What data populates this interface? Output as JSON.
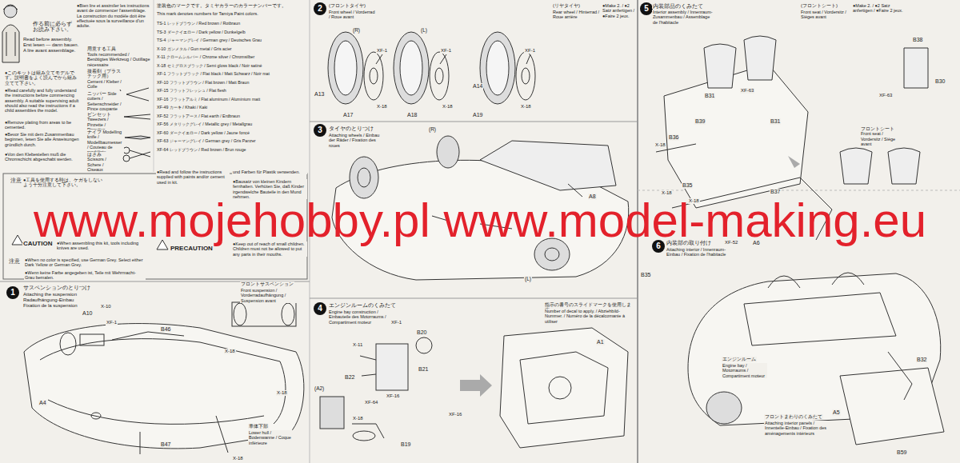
{
  "diagram": {
    "nodes": [
      {
        "text": [
          "1"
        ]
      },
      {
        "text": [
          "2"
        ]
      },
      {
        "text": [
          "3"
        ]
      },
      {
        "text": [
          "4"
        ]
      },
      {
        "text": [
          "5"
        ]
      },
      {
        "text": [
          "6"
        ]
      }
    ],
    "labels": [
      "作る前に必らずお読み下さい。",
      "Read before assembly.",
      "Erst lesen — dann bauen.",
      "A lire avant assemblage.",
      "●Bien lire et assimiler les instructions avant de commencer l'assemblage. La construction du modèle doit être effectuée sous la surveillance d'un adulte.",
      "用意する工具",
      "Tools recommended / Benötigtes Werkzeug / Outillage nécessaire",
      "接着剤（プラスチック用） Cement / Kleber / Colle",
      "ニッパー Side cutters / Seitenschneider / Pince coupante",
      "ピンセット Tweezers / Pinzette / Pincettes",
      "ナイフ Modelling knife / Modellbaumesser / Couteau de modéliste",
      "はさみ Scissors / Schere / Ciseaux",
      "●このキットは組み立てモデルです。説明書をよく読んでから組み立てて下さい。",
      "●Read carefully and fully understand the instructions before commencing assembly. A suitable supervising adult should also read the instructions if a child assembles the model.",
      "●Remove plating from areas to be cemented.",
      "●Bevor Sie mit dem Zusammenbau beginnen, lesen Sie alle Anweisungen gründlich durch.",
      "●Von den Klebestellen muß die Chromschicht abgeschabt werden.",
      "塗装色のマークです。タミヤカラーのカラーナンバーです。",
      "This mark denotes numbers for Tamiya Paint colors.",
      "TS-1 レッドブラウン / Red brown / Rotbraun",
      "TS-3 ダークイエロー / Dark yellow / Dunkelgelb",
      "TS-4 ジャーマングレイ / German grey / Deutsches Grau",
      "X-10 ガンメタル / Gun metal / Gris acier",
      "X-11 クロームシルバー / Chrome silver / Chromsilber",
      "X-18 セミグロスブラック / Semi gloss black / Noir satiné",
      "XF-1 フラットブラック / Flat black / Matt Schwarz / Noir mat",
      "XF-10 フラットブラウン / Flat brown / Matt Braun",
      "XF-15 フラットフレッシュ / Flat flesh",
      "XF-16 フラットアルミ / Flat aluminum / Aluminium matt",
      "XF-49 カーキ / Khaki / Kaki",
      "XF-52 フラットアース / Flat earth / Erdbraun",
      "XF-56 メタリックグレイ / Metallic grey / Metallgrau",
      "XF-60 ダークイエロー / Dark yellow / Jaune foncé",
      "XF-63 ジャーマングレイ / German grey / Gris Panzer",
      "XF-64 レッドブラウン / Red brown / Brun rouge",
      "und Farben für Plastik verwenden.",
      "●Bausatz von kleinen Kindern fernhalten. Verhüten Sie, daß Kinder irgendwelche Bauteile in den Mund nehmen.",
      "注意",
      "●工具を使用する時は、ケガをしないよう十分注意して下さい。",
      "●Read and follow the instructions supplied with paints and/or cement used in kit.",
      "CAUTION",
      "●When assembling this kit, tools including knives are used.",
      "PRECAUTION",
      "●Keep out of reach of small children. Children must not be allowed to put any parts in their mouths.",
      "注意",
      "●When no color is specified, use German Grey. Select either Dark Yellow or German Grey.",
      "●Wenn keine Farbe angegeben ist, Teile mit Wehrmacht-Grau bemalen.",
      "サスペンションのとりつけ",
      "Attaching the suspension",
      "Radaufhängung-Einbau",
      "Fixation de la suspension",
      "フロントサスペンション",
      "Front suspension / Vorderradaufhängung / Suspension avant",
      "A10",
      "X-10",
      "XF-1",
      "B46",
      "A4",
      "X-18",
      "X-18",
      "B47",
      "X-18",
      "車体下部",
      "Lower hull / Bodenwanne / Coque inférieure",
      "(フロントタイヤ)",
      "Front wheel / Vorderrad / Roue avant",
      "(R)",
      "(L)",
      "XF-1",
      "A13",
      "A17",
      "X-18",
      "A18",
      "XF-1",
      "X-18",
      "(リヤタイヤ)",
      "Rear wheel / Hinterrad / Roue arrière",
      "●Make 2. / ●2 Satz anfertigen / ●Faire 2 jeux.",
      "A14",
      "XF-1",
      "A19",
      "X-18",
      "タイヤのとりつけ",
      "Attaching wheels / Einbau der Räder / Fixation des roues",
      "(R)",
      "A8",
      "(L)",
      "エンジンルームのくみたて",
      "Engine bay construction / Einbauteile des Motorraums / Compartiment moteur",
      "XF-1",
      "B20",
      "X-11",
      "B22",
      "B21",
      "XF-64",
      "XF-16",
      "(A2)",
      "X-18",
      "B19",
      "XF-16",
      "A1",
      "指示の番号のスライドマークを使用します。",
      "Number of decal to apply. / Abziehbild-Nummer. / Numéro de la décalcomanie à utiliser",
      "内装部品のくみたて",
      "Interior assembly / Innenraum-Zusammenbau / Assemblage de l'habitacle",
      "(フロントシート)",
      "Front seat / Vordersitz / Sièges avant",
      "●Make 2. / ●2 Satz anfertigen / ●Faire 2 jeux.",
      "B38",
      "B30",
      "XF-63",
      "B31",
      "XF-63",
      "B39",
      "B31",
      "B36",
      "X-18",
      "フロントシート Front seat / Vordersitz / Siège avant",
      "B37",
      "XF-52",
      "A6",
      "X-18",
      "X-18",
      "B35",
      "B35",
      "内装部の取り付け",
      "Attaching interior / Innenraum-Einbau / Fixation de l'habitacle",
      "エンジンルーム",
      "Engine bay / Motorraums / Compartiment moteur",
      "B32",
      "A5",
      "フロントまわりのくみたて",
      "Attaching interior panels / Innenteile-Einbau / Fixation des aménagements intérieurs",
      "B59",
      "www.mojehobby.pl www.model-making.eu"
    ]
  }
}
